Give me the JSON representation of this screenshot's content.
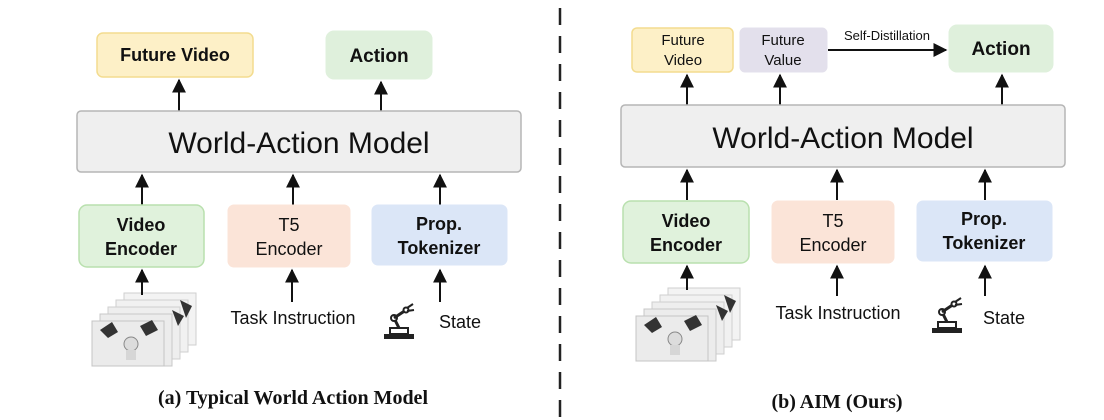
{
  "left_panel": {
    "outputs": {
      "future_video": "Future Video",
      "action": "Action"
    },
    "model": "World-Action Model",
    "encoders": {
      "video": [
        "Video",
        "Encoder"
      ],
      "t5": [
        "T5",
        "Encoder"
      ],
      "prop": [
        "Prop.",
        "Tokenizer"
      ]
    },
    "inputs": {
      "task": "Task Instruction",
      "state": "State"
    },
    "caption": "(a) Typical World Action Model"
  },
  "right_panel": {
    "outputs": {
      "future_video": [
        "Future",
        "Video"
      ],
      "future_value": [
        "Future",
        "Value"
      ],
      "action": "Action",
      "edge_label": "Self-Distillation"
    },
    "model": "World-Action Model",
    "encoders": {
      "video": [
        "Video",
        "Encoder"
      ],
      "t5": [
        "T5",
        "Encoder"
      ],
      "prop": [
        "Prop.",
        "Tokenizer"
      ]
    },
    "inputs": {
      "task": "Task Instruction",
      "state": "State"
    },
    "caption": "(b) AIM (Ours)"
  },
  "colors": {
    "future_video_fill": "#fdf0c7",
    "future_video_border": "#f3dc8f",
    "future_value_fill": "#e3e0ec",
    "action_fill": "#dff0dc",
    "model_fill": "#efefef",
    "model_border": "#b5b5b5",
    "video_encoder_fill": "#e0f2dc",
    "video_encoder_border": "#b9e0ae",
    "t5_fill": "#fbe4d8",
    "prop_fill": "#dbe6f7",
    "divider": "#222222"
  }
}
